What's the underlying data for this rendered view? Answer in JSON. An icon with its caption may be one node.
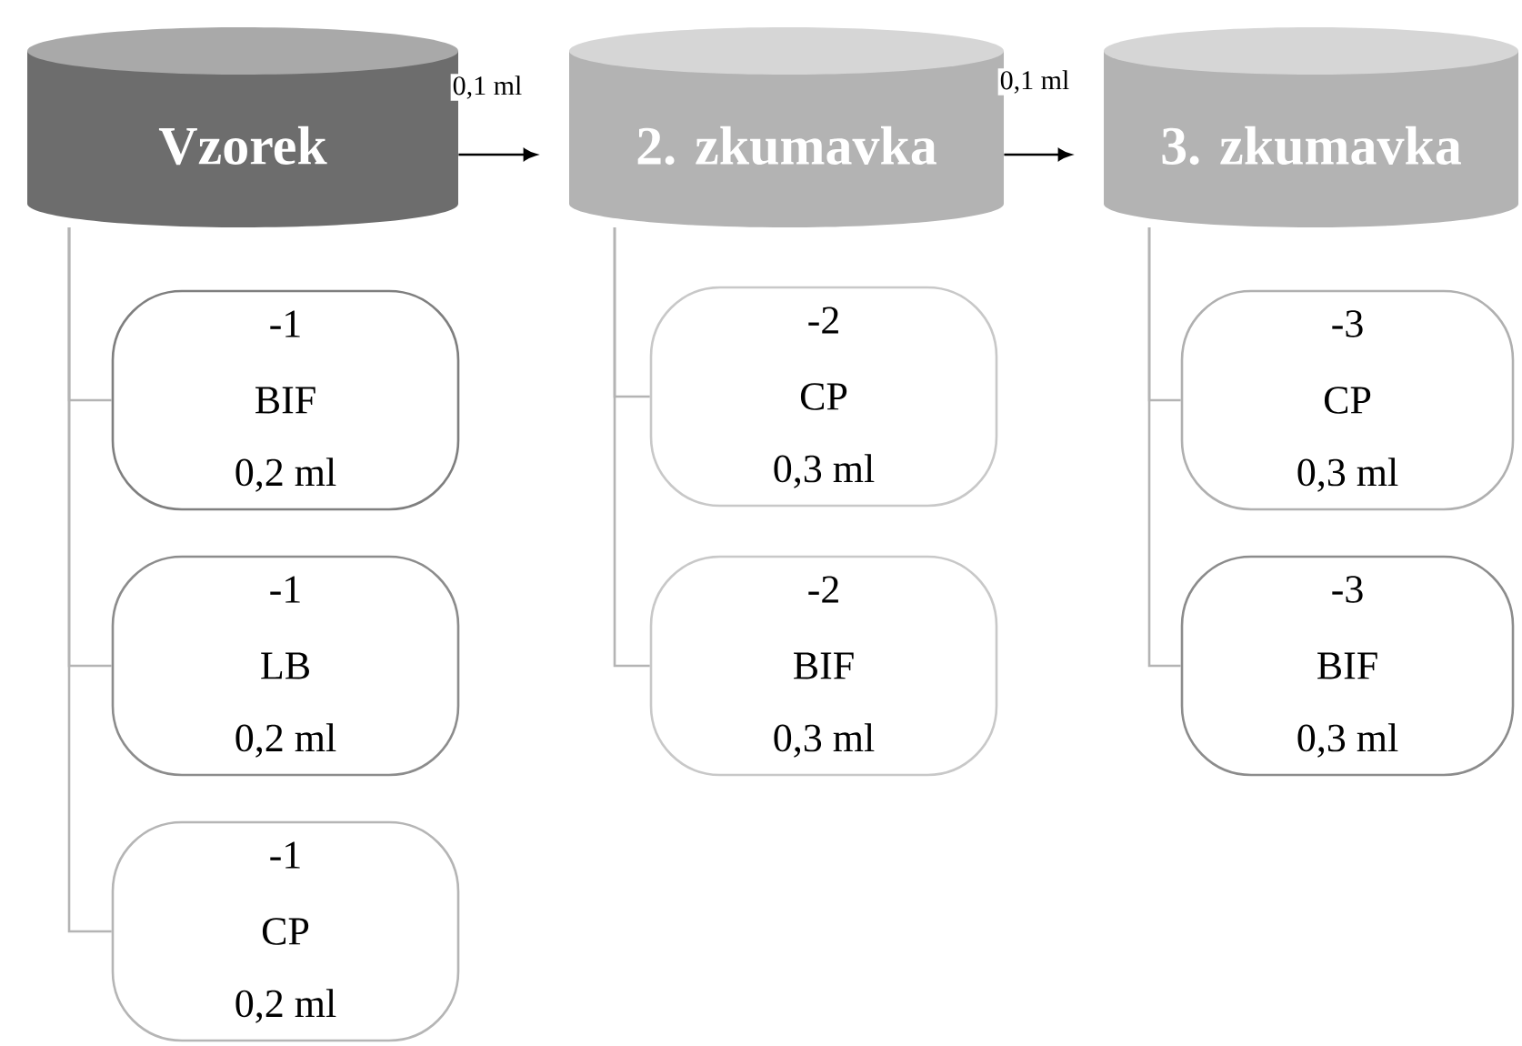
{
  "diagram": {
    "nodes": [
      {
        "text": [
          "Vzorek"
        ]
      },
      {
        "text": [
          "-1",
          "BIF",
          "0,2 ml"
        ]
      },
      {
        "text": [
          "-1",
          "LB",
          "0,2 ml"
        ]
      },
      {
        "text": [
          "-1",
          "CP",
          "0,2 ml"
        ]
      },
      {
        "text": [
          "2. zkumavka"
        ]
      },
      {
        "text": [
          "-2",
          "CP",
          "0,3 ml"
        ]
      },
      {
        "text": [
          "-2",
          "BIF",
          "0,3 ml"
        ]
      },
      {
        "text": [
          "3. zkumavka"
        ]
      },
      {
        "text": [
          "-3",
          "CP",
          "0,3 ml"
        ]
      },
      {
        "text": [
          "-3",
          "BIF",
          "0,3 ml"
        ]
      }
    ],
    "edges": [
      {
        "from": 0,
        "to": 4,
        "arrow": "to",
        "label": "0,1 ml",
        "color": "#000000"
      },
      {
        "from": 4,
        "to": 7,
        "arrow": "to",
        "label": "0,1 ml",
        "color": "#000000"
      },
      {
        "from": 0,
        "to": 1,
        "arrow": "none"
      },
      {
        "from": 0,
        "to": 2,
        "arrow": "none"
      },
      {
        "from": 0,
        "to": 3,
        "arrow": "none"
      },
      {
        "from": 4,
        "to": 5,
        "arrow": "none"
      },
      {
        "from": 4,
        "to": 6,
        "arrow": "none"
      },
      {
        "from": 7,
        "to": 8,
        "arrow": "none"
      },
      {
        "from": 7,
        "to": 9,
        "arrow": "none"
      }
    ]
  }
}
